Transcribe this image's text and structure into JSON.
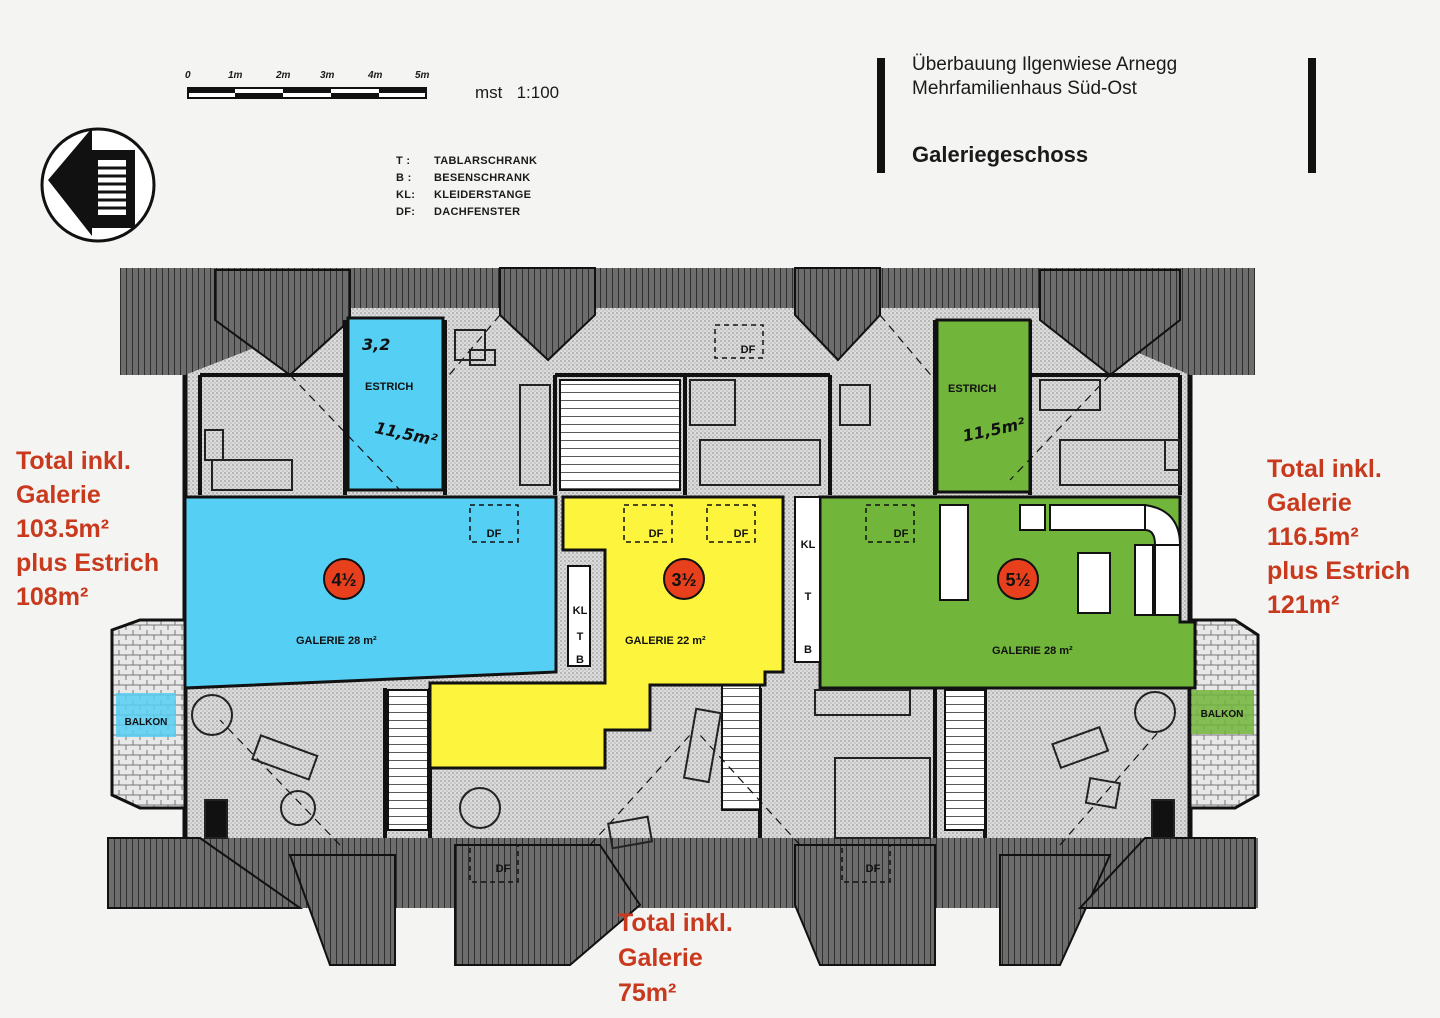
{
  "title_block": {
    "line1": "Überbauung Ilgenwiese Arnegg",
    "line2": "Mehrfamilienhaus Süd-Ost",
    "floor": "Galeriegeschoss"
  },
  "scale": {
    "ticks": [
      "0",
      "1m",
      "2m",
      "3m",
      "4m",
      "5m"
    ],
    "label": "mst",
    "ratio": "1:100"
  },
  "legend": [
    {
      "key": "T :",
      "text": "TABLARSCHRANK"
    },
    {
      "key": "B :",
      "text": "BESENSCHRANK"
    },
    {
      "key": "KL:",
      "text": "KLEIDERSTANGE"
    },
    {
      "key": "DF:",
      "text": "DACHFENSTER"
    }
  ],
  "units": [
    {
      "rooms": "4½",
      "galerie": "GALERIE 28 m²",
      "color": "#56cff5"
    },
    {
      "rooms": "3½",
      "galerie": "GALERIE 22 m²",
      "color": "#fdf53d"
    },
    {
      "rooms": "5½",
      "galerie": "GALERIE 28 m²",
      "color": "#71b53a"
    }
  ],
  "estrich": [
    {
      "label": "ESTRICH",
      "area": "11,5m²",
      "number": "3,2"
    },
    {
      "label": "ESTRICH",
      "area": "11,5m²"
    }
  ],
  "room_labels": {
    "df": "DF",
    "kl": "KL",
    "t": "T",
    "b": "B",
    "balkon": "BALKON"
  },
  "totals": {
    "left": [
      "Total inkl.",
      "Galerie",
      "103.5m²",
      "plus Estrich",
      "108m²"
    ],
    "right": [
      "Total inkl.",
      "Galerie",
      "116.5m²",
      "plus Estrich",
      "121m²"
    ],
    "bottom": [
      "Total inkl.",
      "Galerie",
      "75m²"
    ]
  },
  "colors": {
    "text_total": "#c8391d",
    "unit_badge": "#e8401c",
    "blue_unit": "#56cff5",
    "yellow_unit": "#fdf53d",
    "green_unit": "#71b53a"
  }
}
